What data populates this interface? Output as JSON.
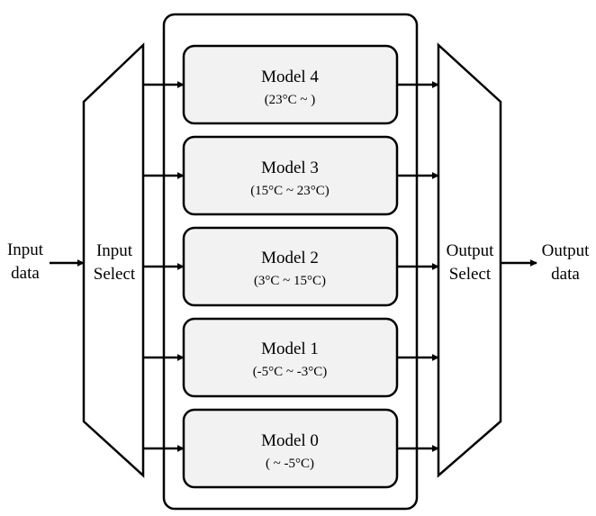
{
  "input": {
    "line1": "Input",
    "line2": "data"
  },
  "input_select": {
    "line1": "Input",
    "line2": "Select"
  },
  "output_select": {
    "line1": "Output",
    "line2": "Select"
  },
  "output": {
    "line1": "Output",
    "line2": "data"
  },
  "models": [
    {
      "name": "Model 4",
      "range": "(23°C ~ )"
    },
    {
      "name": "Model 3",
      "range": "(15°C ~ 23°C)"
    },
    {
      "name": "Model 2",
      "range": "(3°C ~ 15°C)"
    },
    {
      "name": "Model 1",
      "range": "(-5°C ~ -3°C)"
    },
    {
      "name": "Model 0",
      "range": "( ~ -5°C)"
    }
  ],
  "colors": {
    "stroke": "#000000",
    "model_fill": "#f2f2f2",
    "background": "#ffffff"
  }
}
